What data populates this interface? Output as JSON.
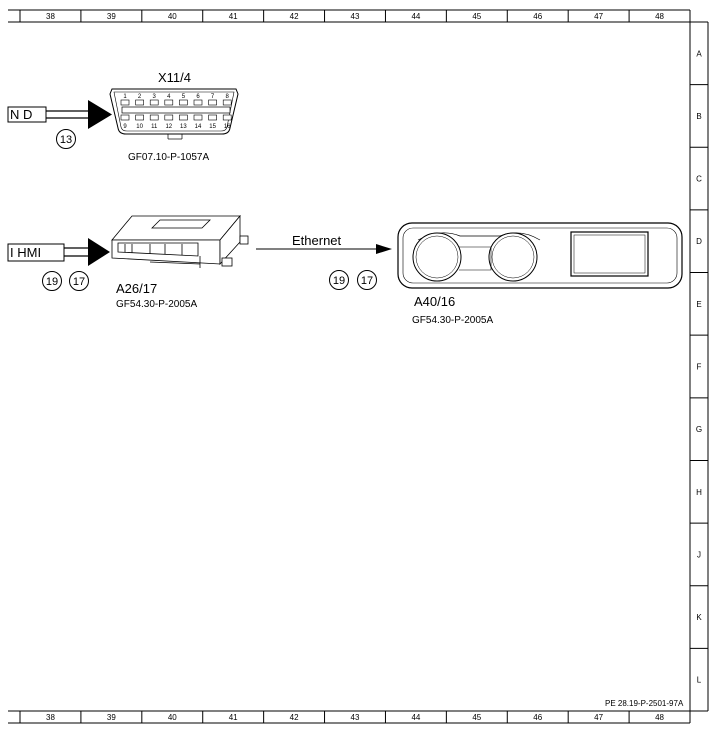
{
  "grid": {
    "columns": [
      "38",
      "39",
      "40",
      "41",
      "42",
      "43",
      "44",
      "45",
      "46",
      "47",
      "48"
    ],
    "rows": [
      "A",
      "B",
      "C",
      "D",
      "E",
      "F",
      "G",
      "H",
      "J",
      "K",
      "L"
    ]
  },
  "footer_ref": "PE 28.19-P-2501-97A",
  "wires": {
    "top_label": "N D",
    "top_circle": "13",
    "mid_label": "I HMI",
    "mid_circles": [
      "19",
      "17"
    ],
    "ethernet_label": "Ethernet",
    "ethernet_circles": [
      "19",
      "17"
    ]
  },
  "components": {
    "obd": {
      "id": "X11/4",
      "ref": "GF07.10-P-1057A",
      "pins_top": [
        "1",
        "2",
        "3",
        "4",
        "5",
        "6",
        "7",
        "8"
      ],
      "pins_bottom": [
        "9",
        "10",
        "11",
        "12",
        "13",
        "14",
        "15",
        "16"
      ]
    },
    "hmi_unit": {
      "id": "A26/17",
      "ref": "GF54.30-P-2005A"
    },
    "cluster": {
      "id": "A40/16",
      "ref": "GF54.30-P-2005A"
    }
  }
}
